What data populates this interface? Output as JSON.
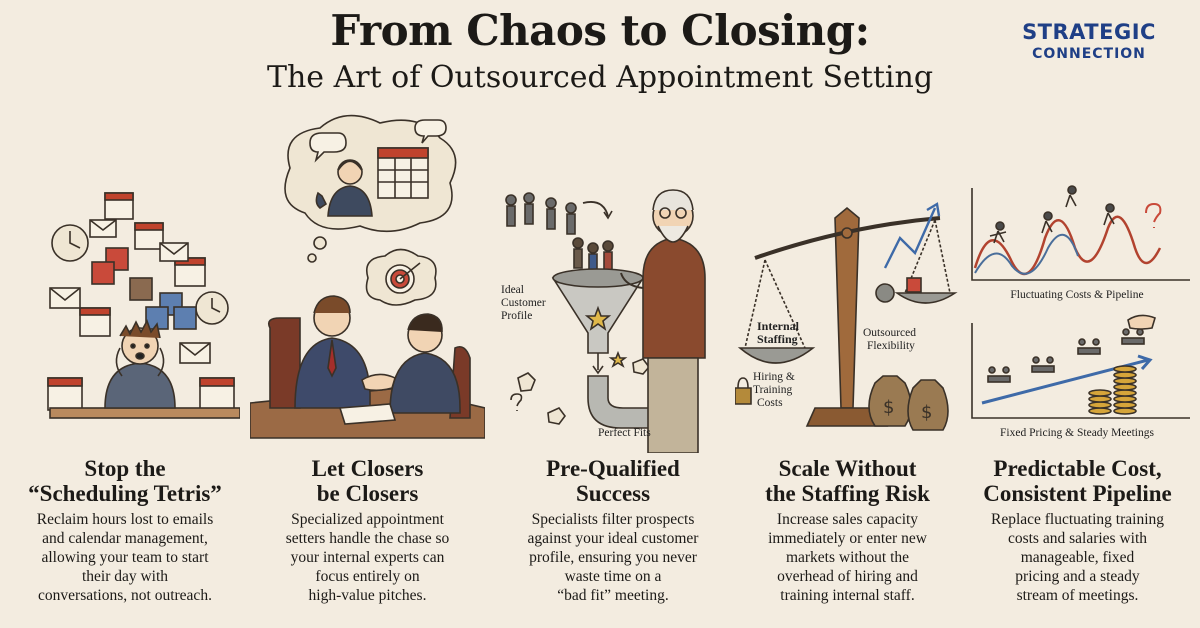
{
  "header": {
    "title": "From Chaos to Closing:",
    "subtitle": "The Art of Outsourced Appointment Setting"
  },
  "logo": {
    "line1": "STRATEGIC",
    "line2": "CONNECTION"
  },
  "panels": [
    {
      "heading": [
        "Stop the",
        "“Scheduling Tetris”"
      ],
      "body": [
        "Reclaim hours lost to emails",
        "and calendar management,",
        "allowing your team to start",
        "their day with",
        "conversations, not outreach."
      ]
    },
    {
      "heading": [
        "Let Closers",
        "be Closers"
      ],
      "body": [
        "Specialized appointment",
        "setters handle the chase so",
        "your internal experts can",
        "focus entirely on",
        "high-value pitches."
      ]
    },
    {
      "heading": [
        "Pre-Qualified",
        "Success"
      ],
      "body": [
        "Specialists filter prospects",
        "against your ideal customer",
        "profile, ensuring you never",
        "waste time on a",
        "“bad fit” meeting."
      ],
      "labels": {
        "icp_1": "Ideal",
        "icp_2": "Customer",
        "icp_3": "Profile",
        "fits": "Perfect Fits"
      }
    },
    {
      "heading": [
        "Scale Without",
        "the Staffing Risk"
      ],
      "body": [
        "Increase sales capacity",
        "immediately or enter new",
        "markets without the",
        "overhead of hiring and",
        "training internal staff."
      ],
      "labels": {
        "internal_1": "Internal",
        "internal_2": "Staffing",
        "hiring_1": "Hiring &",
        "hiring_2": "Training",
        "hiring_3": "Costs",
        "outsourced_1": "Outsourced",
        "outsourced_2": "Flexibility"
      }
    },
    {
      "heading": [
        "Predictable Cost,",
        "Consistent Pipeline"
      ],
      "body": [
        "Replace fluctuating training",
        "costs and salaries with",
        "manageable, fixed",
        "pricing and a steady",
        "stream of meetings."
      ],
      "labels": {
        "top_chart": "Fluctuating Costs & Pipeline",
        "bottom_chart": "Fixed Pricing & Steady Meetings"
      }
    }
  ]
}
